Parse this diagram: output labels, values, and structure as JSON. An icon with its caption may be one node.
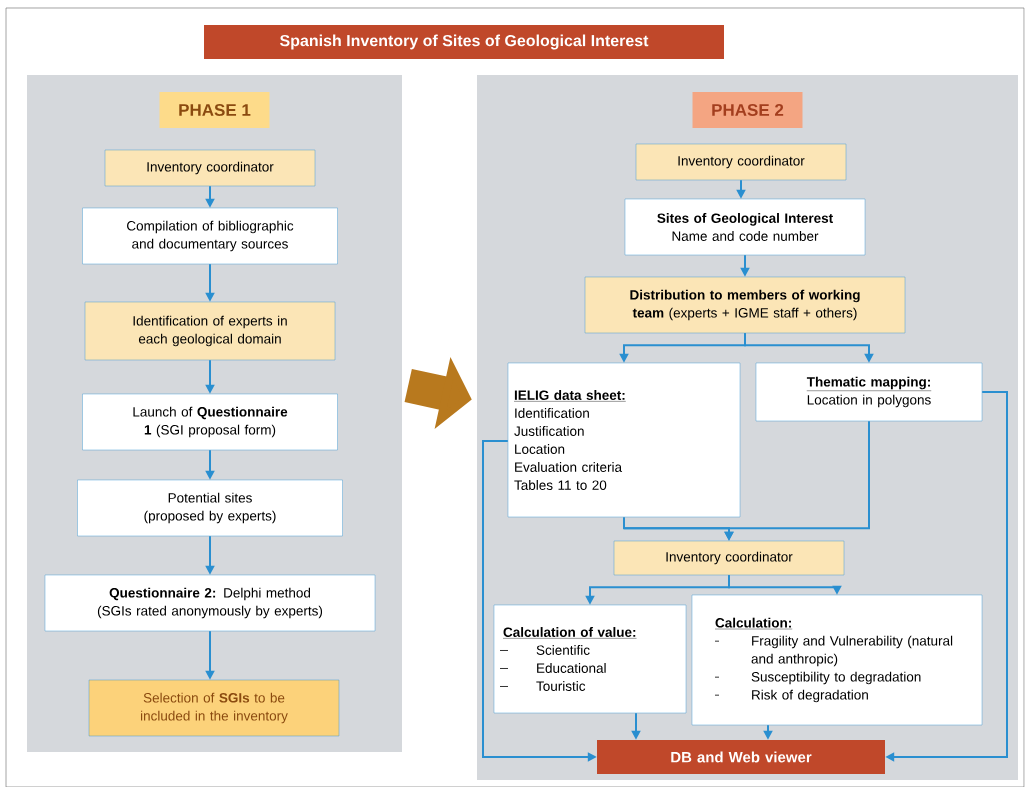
{
  "diagram": {
    "title": "Spanish Inventory of Sites of Geological Interest",
    "nodes": [
      {
        "text": [
          "PHASE 1"
        ]
      },
      {
        "text": [
          "Inventory coordinator"
        ],
        "in": 0
      },
      {
        "text": [
          "Compilation of bibliographic and documentary sources"
        ],
        "in": 0
      },
      {
        "text": [
          "Identification of experts in each geological domain"
        ],
        "in": 0
      },
      {
        "text": [
          "Launch of **Questionnaire 1** (SGI proposal form)"
        ],
        "in": 0
      },
      {
        "text": [
          "Potential sites (proposed by experts)"
        ],
        "in": 0
      },
      {
        "text": [
          "**Questionnaire 2:** Delphi method (SGIs rated anonymously by experts)"
        ],
        "in": 0
      },
      {
        "text": [
          "Selection of **SGIs** to be included in the inventory"
        ],
        "in": 0
      },
      {
        "text": [
          "PHASE 2"
        ]
      },
      {
        "text": [
          "Inventory coordinator"
        ],
        "in": 8
      },
      {
        "text": [
          "Sites of Geological Interest",
          "Name and code number"
        ],
        "in": 8
      },
      {
        "text": [
          "**Distribution to members of working team** (experts + IGME staff + others)"
        ],
        "in": 8
      },
      {
        "text": [
          "IELIG data sheet:",
          "Identification",
          "Justification",
          "Location",
          "Evaluation criteria",
          "Tables 11 to 20"
        ],
        "in": 8
      },
      {
        "text": [
          "Thematic mapping:",
          "Location in polygons"
        ],
        "in": 8
      },
      {
        "text": [
          "Inventory coordinator"
        ],
        "in": 8
      },
      {
        "text": [
          "Calculation of value:",
          "Scientific",
          "Educational",
          "Touristic"
        ],
        "in": 8
      },
      {
        "text": [
          "Calculation:",
          "Fragility and Vulnerability (natural and anthropic)",
          "Susceptibility to degradation",
          "Risk of degradation"
        ],
        "in": 8
      },
      {
        "text": [
          "DB and Web viewer"
        ],
        "in": 8
      }
    ],
    "edges": [
      {
        "from": 0,
        "to": 8,
        "arrow": "to",
        "style": "thick",
        "color": "#b8791e"
      },
      {
        "from": 1,
        "to": 2,
        "arrow": "to"
      },
      {
        "from": 2,
        "to": 3,
        "arrow": "to"
      },
      {
        "from": 3,
        "to": 4,
        "arrow": "to"
      },
      {
        "from": 4,
        "to": 5,
        "arrow": "to"
      },
      {
        "from": 5,
        "to": 6,
        "arrow": "to"
      },
      {
        "from": 6,
        "to": 7,
        "arrow": "to"
      },
      {
        "from": 9,
        "to": 10,
        "arrow": "to"
      },
      {
        "from": 10,
        "to": 11,
        "arrow": "to"
      },
      {
        "from": 11,
        "to": 12,
        "arrow": "to"
      },
      {
        "from": 11,
        "to": 13,
        "arrow": "to"
      },
      {
        "from": 12,
        "to": 14,
        "arrow": "to"
      },
      {
        "from": 13,
        "to": 14,
        "arrow": "to"
      },
      {
        "from": 14,
        "to": 15,
        "arrow": "to"
      },
      {
        "from": 14,
        "to": 16,
        "arrow": "to"
      },
      {
        "from": 15,
        "to": 17,
        "arrow": "to"
      },
      {
        "from": 16,
        "to": 17,
        "arrow": "to"
      },
      {
        "from": 12,
        "to": 17,
        "arrow": "to"
      },
      {
        "from": 13,
        "to": 17,
        "arrow": "to"
      }
    ]
  }
}
